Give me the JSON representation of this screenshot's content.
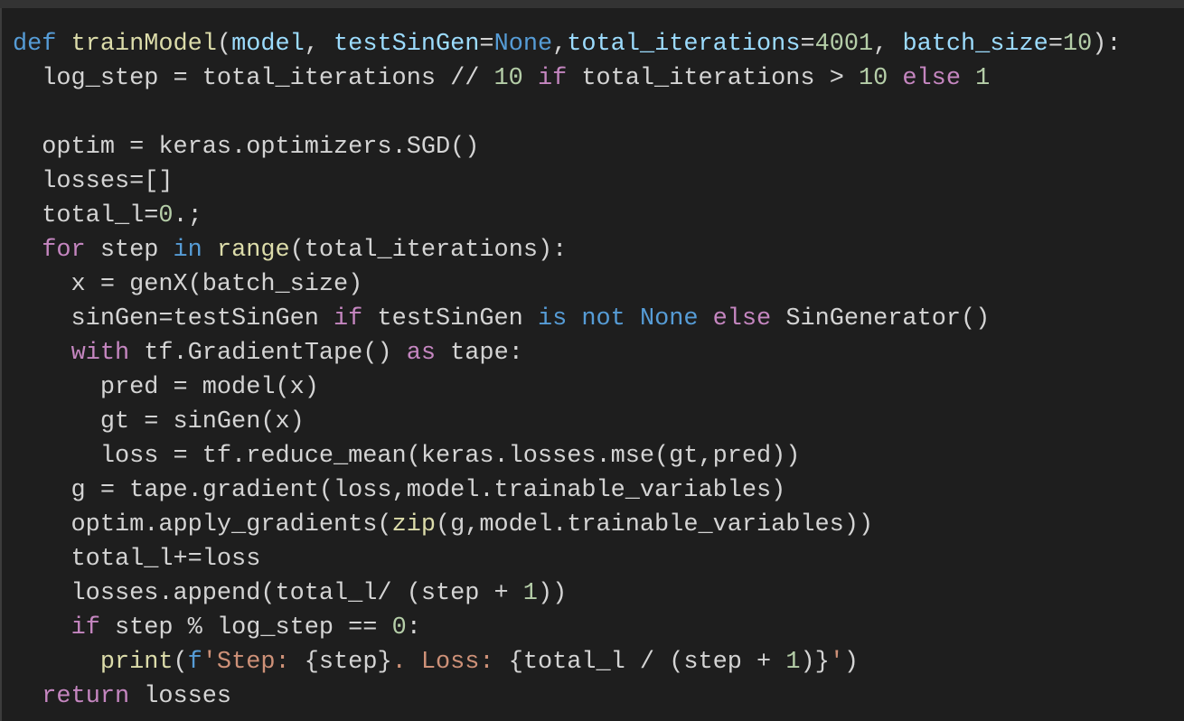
{
  "editor": {
    "language": "python",
    "colors": {
      "background": "#1e1e1e",
      "top_strip": "#333333",
      "keyword": "#569cd6",
      "control": "#c586c0",
      "function": "#dcdcaa",
      "param": "#9cdcfe",
      "number": "#b5cea8",
      "string": "#ce9178",
      "plain": "#d4d4d4"
    },
    "lines": [
      [
        [
          "keyword",
          "def"
        ],
        [
          "plain",
          " "
        ],
        [
          "function",
          "trainModel"
        ],
        [
          "plain",
          "("
        ],
        [
          "param",
          "model"
        ],
        [
          "plain",
          ", "
        ],
        [
          "param",
          "testSinGen"
        ],
        [
          "plain",
          "="
        ],
        [
          "keyword",
          "None"
        ],
        [
          "plain",
          ","
        ],
        [
          "param",
          "total_iterations"
        ],
        [
          "plain",
          "="
        ],
        [
          "number",
          "4001"
        ],
        [
          "plain",
          ", "
        ],
        [
          "param",
          "batch_size"
        ],
        [
          "plain",
          "="
        ],
        [
          "number",
          "10"
        ],
        [
          "plain",
          "):"
        ]
      ],
      [
        [
          "plain",
          "  log_step = total_iterations // "
        ],
        [
          "number",
          "10"
        ],
        [
          "plain",
          " "
        ],
        [
          "control",
          "if"
        ],
        [
          "plain",
          " total_iterations > "
        ],
        [
          "number",
          "10"
        ],
        [
          "plain",
          " "
        ],
        [
          "control",
          "else"
        ],
        [
          "plain",
          " "
        ],
        [
          "number",
          "1"
        ]
      ],
      [
        [
          "plain",
          ""
        ]
      ],
      [
        [
          "plain",
          "  optim = keras.optimizers.SGD()"
        ]
      ],
      [
        [
          "plain",
          "  losses=[]"
        ]
      ],
      [
        [
          "plain",
          "  total_l="
        ],
        [
          "number",
          "0"
        ],
        [
          "plain",
          ".;"
        ]
      ],
      [
        [
          "plain",
          "  "
        ],
        [
          "control",
          "for"
        ],
        [
          "plain",
          " step "
        ],
        [
          "keyword",
          "in"
        ],
        [
          "plain",
          " "
        ],
        [
          "builtin",
          "range"
        ],
        [
          "plain",
          "(total_iterations):"
        ]
      ],
      [
        [
          "plain",
          "    x = genX(batch_size)"
        ]
      ],
      [
        [
          "plain",
          "    sinGen=testSinGen "
        ],
        [
          "control",
          "if"
        ],
        [
          "plain",
          " testSinGen "
        ],
        [
          "keyword",
          "is"
        ],
        [
          "plain",
          " "
        ],
        [
          "keyword",
          "not"
        ],
        [
          "plain",
          " "
        ],
        [
          "keyword",
          "None"
        ],
        [
          "plain",
          " "
        ],
        [
          "control",
          "else"
        ],
        [
          "plain",
          " SinGenerator()"
        ]
      ],
      [
        [
          "plain",
          "    "
        ],
        [
          "control",
          "with"
        ],
        [
          "plain",
          " tf.GradientTape() "
        ],
        [
          "control",
          "as"
        ],
        [
          "plain",
          " tape:"
        ]
      ],
      [
        [
          "plain",
          "      pred = model(x)"
        ]
      ],
      [
        [
          "plain",
          "      gt = sinGen(x)"
        ]
      ],
      [
        [
          "plain",
          "      loss = tf.reduce_mean(keras.losses.mse(gt,pred))"
        ]
      ],
      [
        [
          "plain",
          "    g = tape.gradient(loss,model.trainable_variables)"
        ]
      ],
      [
        [
          "plain",
          "    optim.apply_gradients("
        ],
        [
          "builtin",
          "zip"
        ],
        [
          "plain",
          "(g,model.trainable_variables))"
        ]
      ],
      [
        [
          "plain",
          "    total_l+=loss"
        ]
      ],
      [
        [
          "plain",
          "    losses.append(total_l/ (step + "
        ],
        [
          "number",
          "1"
        ],
        [
          "plain",
          "))"
        ]
      ],
      [
        [
          "plain",
          "    "
        ],
        [
          "control",
          "if"
        ],
        [
          "plain",
          " step % log_step == "
        ],
        [
          "number",
          "0"
        ],
        [
          "plain",
          ":"
        ]
      ],
      [
        [
          "plain",
          "      "
        ],
        [
          "function",
          "print"
        ],
        [
          "plain",
          "("
        ],
        [
          "keyword",
          "f"
        ],
        [
          "string",
          "'Step: "
        ],
        [
          "plain",
          "{step}"
        ],
        [
          "string",
          ". Loss: "
        ],
        [
          "plain",
          "{total_l / (step + "
        ],
        [
          "number",
          "1"
        ],
        [
          "plain",
          ")}"
        ],
        [
          "string",
          "'"
        ],
        [
          "plain",
          ")"
        ]
      ],
      [
        [
          "plain",
          "  "
        ],
        [
          "control",
          "return"
        ],
        [
          "plain",
          " losses"
        ]
      ]
    ]
  }
}
